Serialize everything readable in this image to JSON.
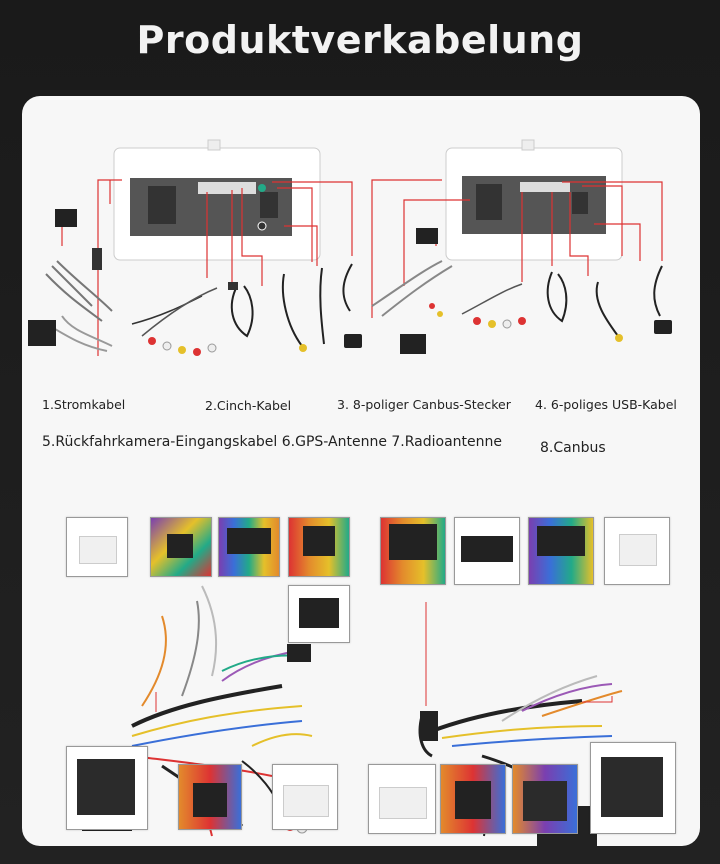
{
  "page": {
    "title": "Produktverkabelung"
  },
  "labels": {
    "l1": "1.Stromkabel",
    "l2": "2.Cinch-Kabel",
    "l3": "3. 8-poliger Canbus-Stecker",
    "l4": "4. 6-poliges USB-Kabel",
    "l5": "5.Rückfahrkamera-Eingangskabel 6.GPS-Antenne 7.Radioantenne",
    "l8": "8.Canbus"
  },
  "colors": {
    "background": "#1c1c1c",
    "card": "#f7f7f7",
    "title_text": "#f2f2f2",
    "lead_line": "#d33",
    "unit_body": "#555"
  }
}
